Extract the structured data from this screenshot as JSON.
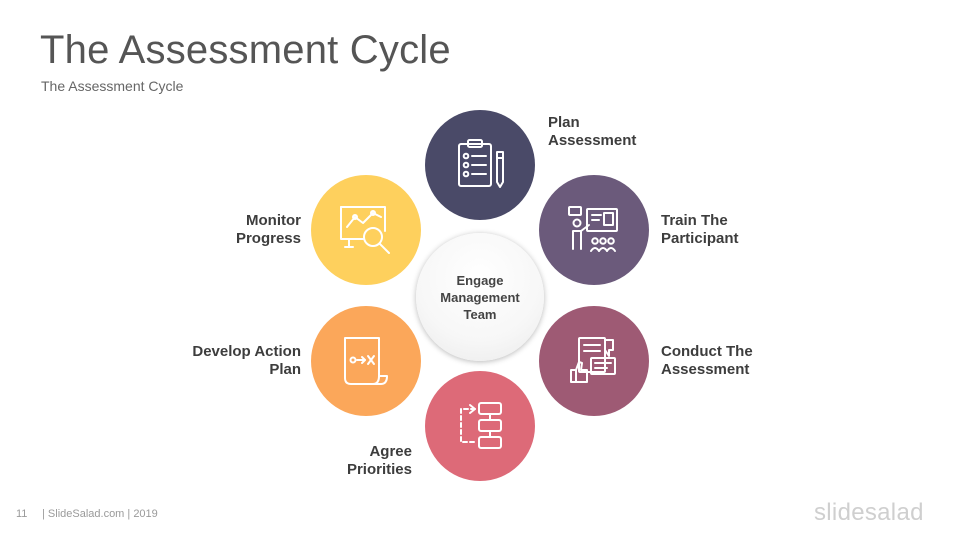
{
  "slide": {
    "title": "The Assessment Cycle",
    "subtitle": "The Assessment Cycle",
    "page_number": "11",
    "footer": "| SlideSalad.com | 2019",
    "brand": "slidesalad"
  },
  "center": {
    "label": "Engage\nManagement\nTeam"
  },
  "steps": [
    {
      "label": "Plan\nAssessment",
      "color": "#4a4a68",
      "icon": "clipboard-checklist-icon"
    },
    {
      "label": "Train The\nParticipant",
      "color": "#6b5a7b",
      "icon": "presentation-board-icon"
    },
    {
      "label": "Conduct The\nAssessment",
      "color": "#9e5a74",
      "icon": "survey-feedback-icon"
    },
    {
      "label": "Agree\nPriorities",
      "color": "#dd6a78",
      "icon": "process-flow-icon"
    },
    {
      "label": "Develop  Action\nPlan",
      "color": "#fba75a",
      "icon": "action-plan-scroll-icon"
    },
    {
      "label": "Monitor\nProgress",
      "color": "#fed05d",
      "icon": "chart-magnifier-icon"
    }
  ]
}
